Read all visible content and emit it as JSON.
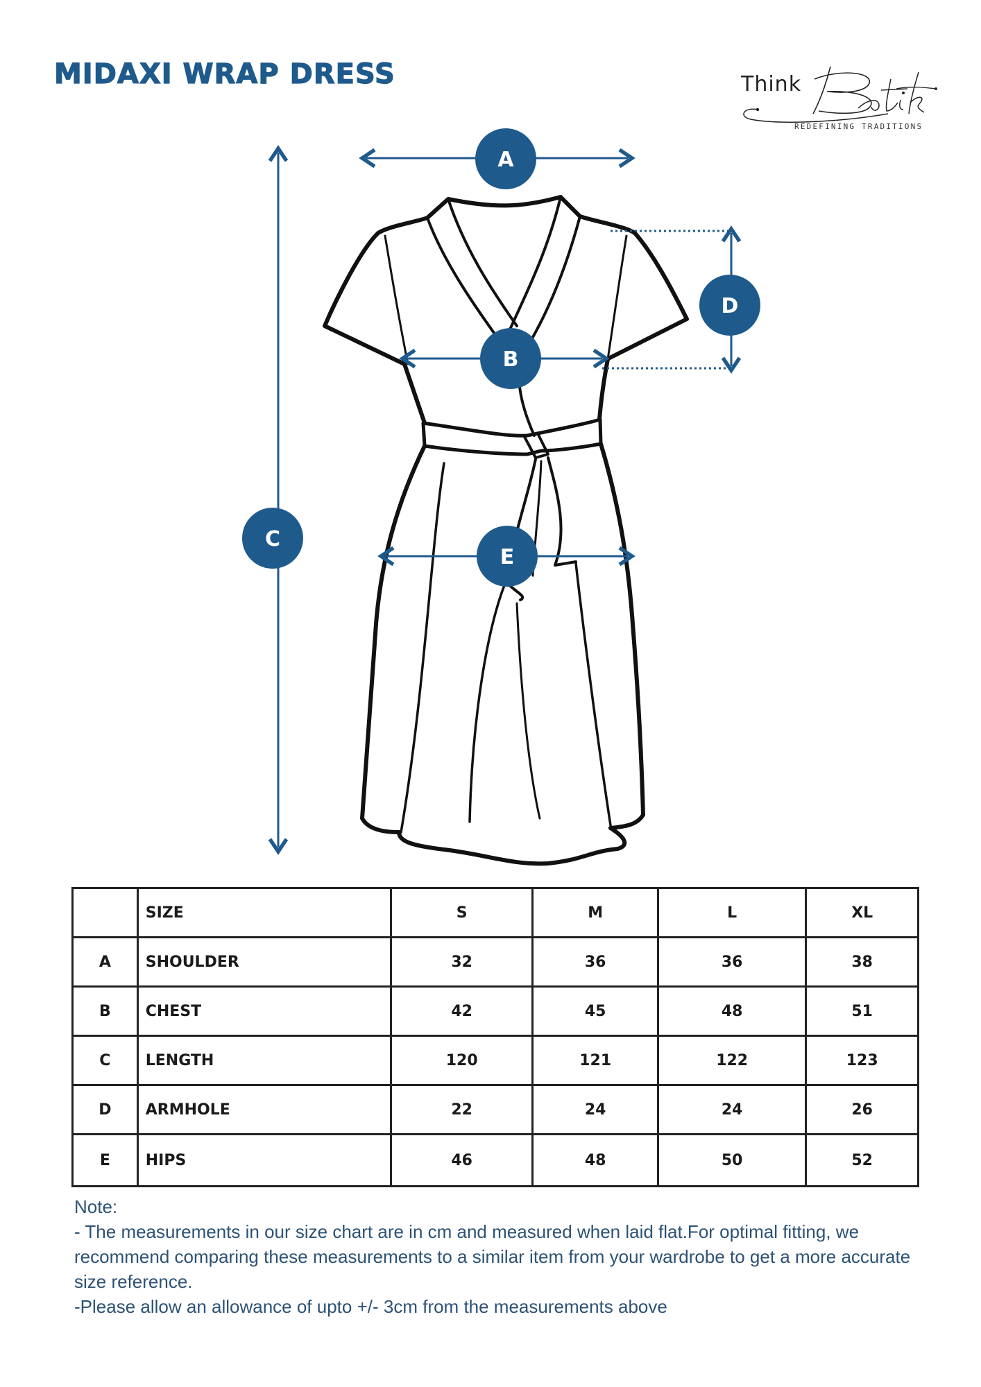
{
  "header": {
    "title": "MIDAXI WRAP DRESS"
  },
  "logo": {
    "brand_first": "Think",
    "brand_script": "Batik",
    "tagline": "REDEFINING TRADITIONS"
  },
  "diagram": {
    "accent_color": "#1f5a8c",
    "outline_color": "#111111",
    "markers": [
      {
        "id": "A",
        "label": "A",
        "meaning": "shoulder",
        "orientation": "horizontal"
      },
      {
        "id": "B",
        "label": "B",
        "meaning": "chest",
        "orientation": "horizontal"
      },
      {
        "id": "C",
        "label": "C",
        "meaning": "length",
        "orientation": "vertical"
      },
      {
        "id": "D",
        "label": "D",
        "meaning": "armhole",
        "orientation": "vertical"
      },
      {
        "id": "E",
        "label": "E",
        "meaning": "hips",
        "orientation": "horizontal"
      }
    ]
  },
  "size_table": {
    "header": {
      "code": "",
      "label": "SIZE",
      "sizes": [
        "S",
        "M",
        "L",
        "XL"
      ]
    },
    "rows": [
      {
        "code": "A",
        "label": "SHOULDER",
        "values": [
          "32",
          "36",
          "36",
          "38"
        ]
      },
      {
        "code": "B",
        "label": "CHEST",
        "values": [
          "42",
          "45",
          "48",
          "51"
        ]
      },
      {
        "code": "C",
        "label": "LENGTH",
        "values": [
          "120",
          "121",
          "122",
          "123"
        ]
      },
      {
        "code": "D",
        "label": "ARMHOLE",
        "values": [
          "22",
          "24",
          "24",
          "26"
        ]
      },
      {
        "code": "E",
        "label": "HIPS",
        "values": [
          "46",
          "48",
          "50",
          "52"
        ]
      }
    ]
  },
  "note": {
    "heading": "Note:",
    "lines": [
      "- The measurements in our size chart are in cm and measured when laid flat.For optimal fitting, we recommend comparing these measurements to a similar item from your wardrobe to get a more accurate size reference.",
      "-Please allow an allowance of upto +/- 3cm from the measurements above"
    ]
  }
}
